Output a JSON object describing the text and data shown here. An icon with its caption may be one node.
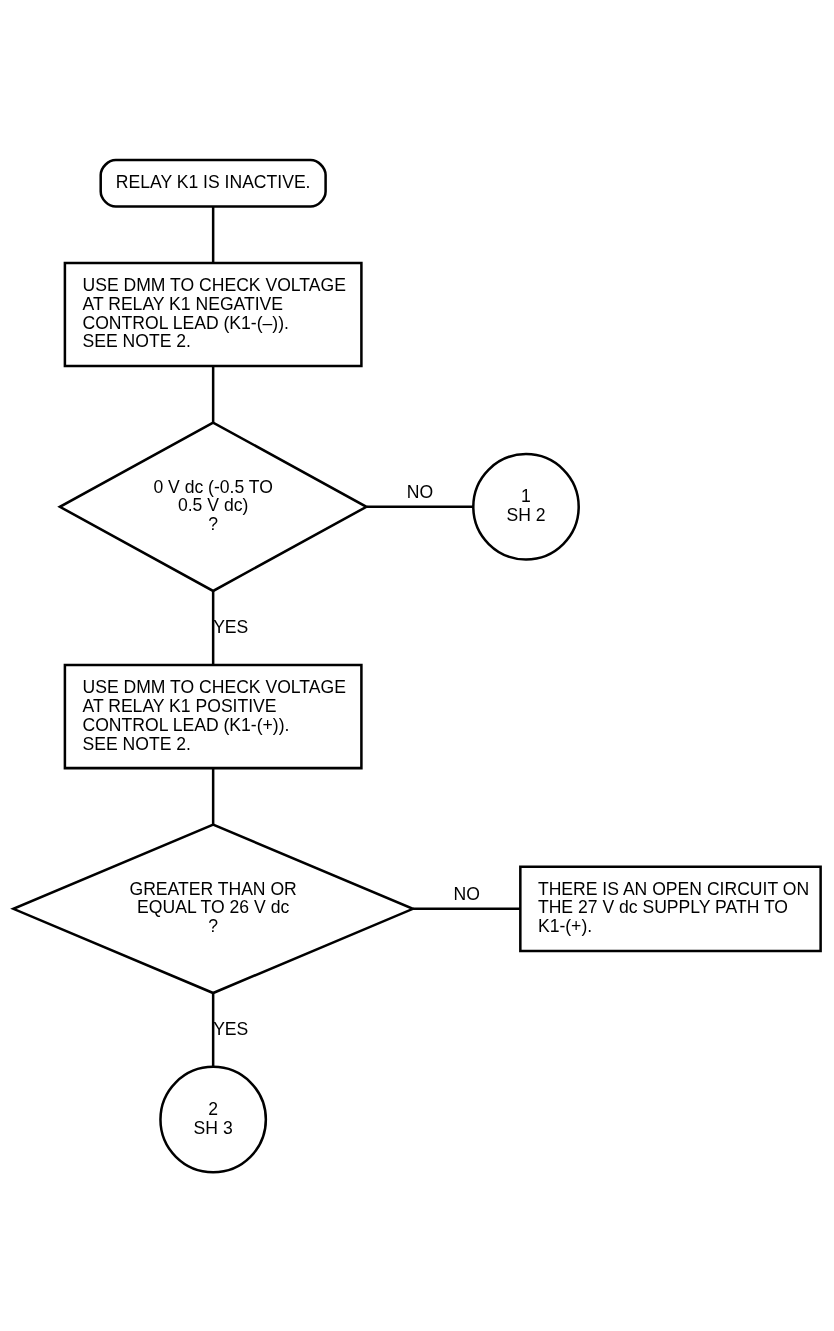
{
  "diagram": {
    "nodes": [
      {
        "text": [
          "RELAY K1 IS INACTIVE."
        ]
      },
      {
        "text": [
          "USE DMM TO CHECK VOLTAGE AT RELAY K1 NEGATIVE CONTROL LEAD (K1-(–)). SEE NOTE 2."
        ]
      },
      {
        "text": [
          "0 V dc (-0.5 TO 0.5 V dc)",
          "?"
        ]
      },
      {
        "text": [
          "1",
          "SH 2"
        ]
      },
      {
        "text": [
          "USE DMM TO CHECK VOLTAGE AT RELAY K1 POSITIVE CONTROL LEAD (K1-(+)). SEE NOTE 2."
        ]
      },
      {
        "text": [
          "GREATER THAN OR EQUAL TO 26 V dc",
          "?"
        ]
      },
      {
        "text": [
          "THERE IS AN OPEN CIRCUIT ON THE 27 V dc SUPPLY PATH TO K1-(+)."
        ]
      },
      {
        "text": [
          "2",
          "SH 3"
        ]
      }
    ],
    "edges": [
      {
        "from": 0,
        "to": 1,
        "arrow": "none"
      },
      {
        "from": 1,
        "to": 2,
        "arrow": "none"
      },
      {
        "from": 2,
        "to": 3,
        "arrow": "none",
        "label": "NO"
      },
      {
        "from": 2,
        "to": 4,
        "arrow": "none",
        "label": "YES"
      },
      {
        "from": 4,
        "to": 5,
        "arrow": "none"
      },
      {
        "from": 5,
        "to": 6,
        "arrow": "none",
        "label": "NO"
      },
      {
        "from": 5,
        "to": 7,
        "arrow": "none",
        "label": "YES"
      }
    ]
  }
}
